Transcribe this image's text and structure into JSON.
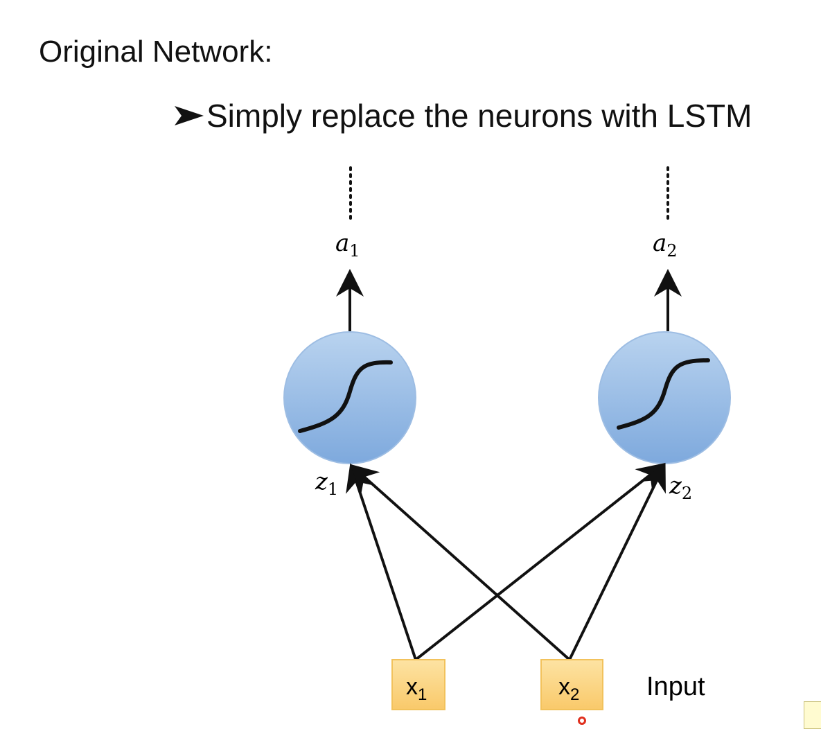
{
  "title": "Original Network:",
  "bullet": {
    "text": "Simply replace the neurons with LSTM",
    "marker_icon": "arrowhead-bullet-icon"
  },
  "neurons": [
    {
      "output_base": "a",
      "output_sub": "1",
      "input_base": "z",
      "input_sub": "1",
      "activation_icon": "sigmoid-curve-icon"
    },
    {
      "output_base": "a",
      "output_sub": "2",
      "input_base": "z",
      "input_sub": "2",
      "activation_icon": "sigmoid-curve-icon"
    }
  ],
  "inputs": [
    {
      "base": "x",
      "sub": "1"
    },
    {
      "base": "x",
      "sub": "2"
    }
  ],
  "input_label": "Input",
  "colors": {
    "neuron_fill_top": "#b9d3ef",
    "neuron_fill_bottom": "#7ea9dd",
    "neuron_stroke": "#9dbde3",
    "input_fill_top": "#fde3a3",
    "input_fill_bottom": "#f9c96a",
    "input_stroke": "#f2c25c",
    "edge": "#111111"
  }
}
